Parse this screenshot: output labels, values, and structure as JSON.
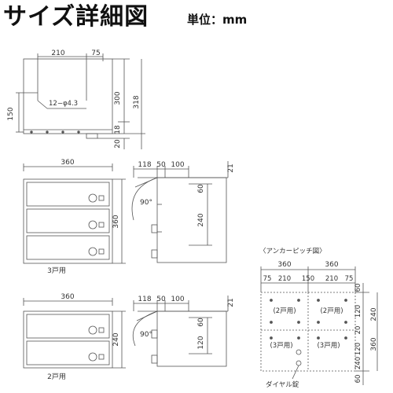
{
  "title": "サイズ詳細図",
  "unit_label": "単位：mm",
  "top_view": {
    "dims": [
      "210",
      "75",
      "300",
      "318",
      "150",
      "18",
      "20"
    ],
    "hole_label": "12−φ4.3"
  },
  "unit3": {
    "caption": "3戸用",
    "width": "360",
    "height": "360",
    "side_dims": [
      "118",
      "50",
      "100",
      "21",
      "60",
      "240"
    ],
    "angle": "90°"
  },
  "unit2": {
    "caption": "2戸用",
    "width": "360",
    "height": "240",
    "side_dims": [
      "118",
      "50",
      "100",
      "21",
      "60",
      "120"
    ],
    "angle": "90°"
  },
  "anchor": {
    "title": "〈アンカーピッチ図〉",
    "top_dims": [
      "360",
      "360"
    ],
    "sub_dims": [
      "75",
      "210",
      "150",
      "210",
      "75"
    ],
    "right_dims_inner": [
      "60",
      "120",
      "20",
      "120",
      "240",
      "60"
    ],
    "right_dims_outer": [
      "240",
      "360"
    ],
    "cells": [
      "(2戸用)",
      "(2戸用)",
      "(3戸用)",
      "(3戸用)"
    ],
    "dial_label": "ダイヤル錠"
  }
}
